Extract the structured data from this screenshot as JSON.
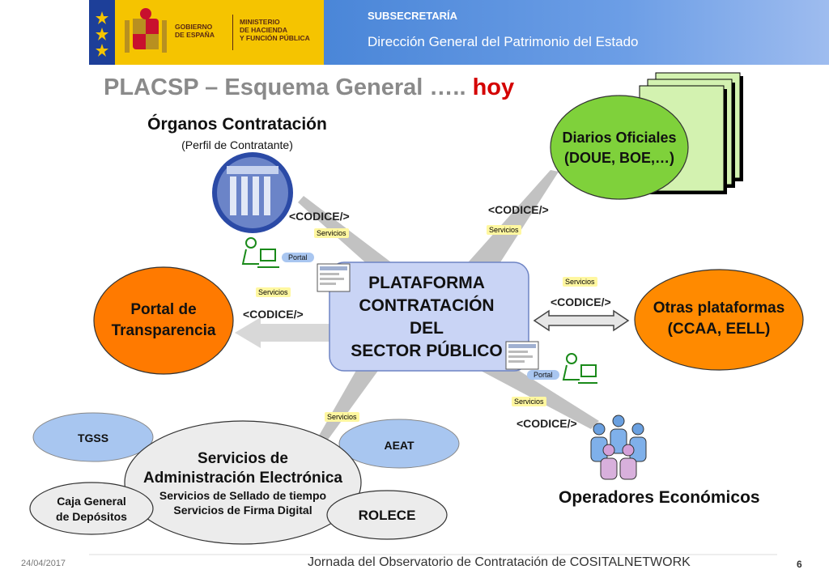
{
  "header": {
    "gov_left": "GOBIERNO\nDE ESPAÑA",
    "gov_right": "MINISTERIO\nDE HACIENDA\nY FUNCIÓN PÚBLICA",
    "subsecretaria": "SUBSECRETARÍA",
    "direccion": "Dirección General del Patrimonio del Estado"
  },
  "title": {
    "main": "PLACSP – Esquema General …..",
    "highlight": "hoy"
  },
  "organos": {
    "title": "Órganos Contratación",
    "subtitle": "(Perfil de Contratante)"
  },
  "diarios": {
    "line1": "Diarios Oficiales",
    "line2": "(DOUE, BOE,…)"
  },
  "plataforma": {
    "line1": "PLATAFORMA",
    "line2": "CONTRATACIÓN",
    "line3": "DEL",
    "line4": "SECTOR PÚBLICO"
  },
  "portal_transparencia": {
    "line1": "Portal de",
    "line2": "Transparencia"
  },
  "otras": {
    "line1": "Otras plataformas",
    "line2": "(CCAA, EELL)"
  },
  "servicios_admin": {
    "line1": "Servicios de",
    "line2": "Administración Electrónica",
    "line3": "Servicios de Sellado de tiempo",
    "line4": "Servicios de Firma Digital"
  },
  "tgss": "TGSS",
  "aeat": "AEAT",
  "caja": {
    "line1": "Caja General",
    "line2": "de Depósitos"
  },
  "rolece": "ROLECE",
  "operadores": "Operadores Económicos",
  "labels": {
    "codice": "<CODICE/>",
    "servicios": "Servicios",
    "portal": "Portal"
  },
  "footer": {
    "date": "24/04/2017",
    "event": "Jornada del Observatorio de Contratación de COSITALNETWORK",
    "page": "6"
  },
  "colors": {
    "green": "#7fd13b",
    "orange": "#ff7a00",
    "platform": "#c9d4f5",
    "grey_ellipse": "#ececec",
    "blue_ellipse": "#a8c6f0",
    "title_red": "#d40000"
  }
}
